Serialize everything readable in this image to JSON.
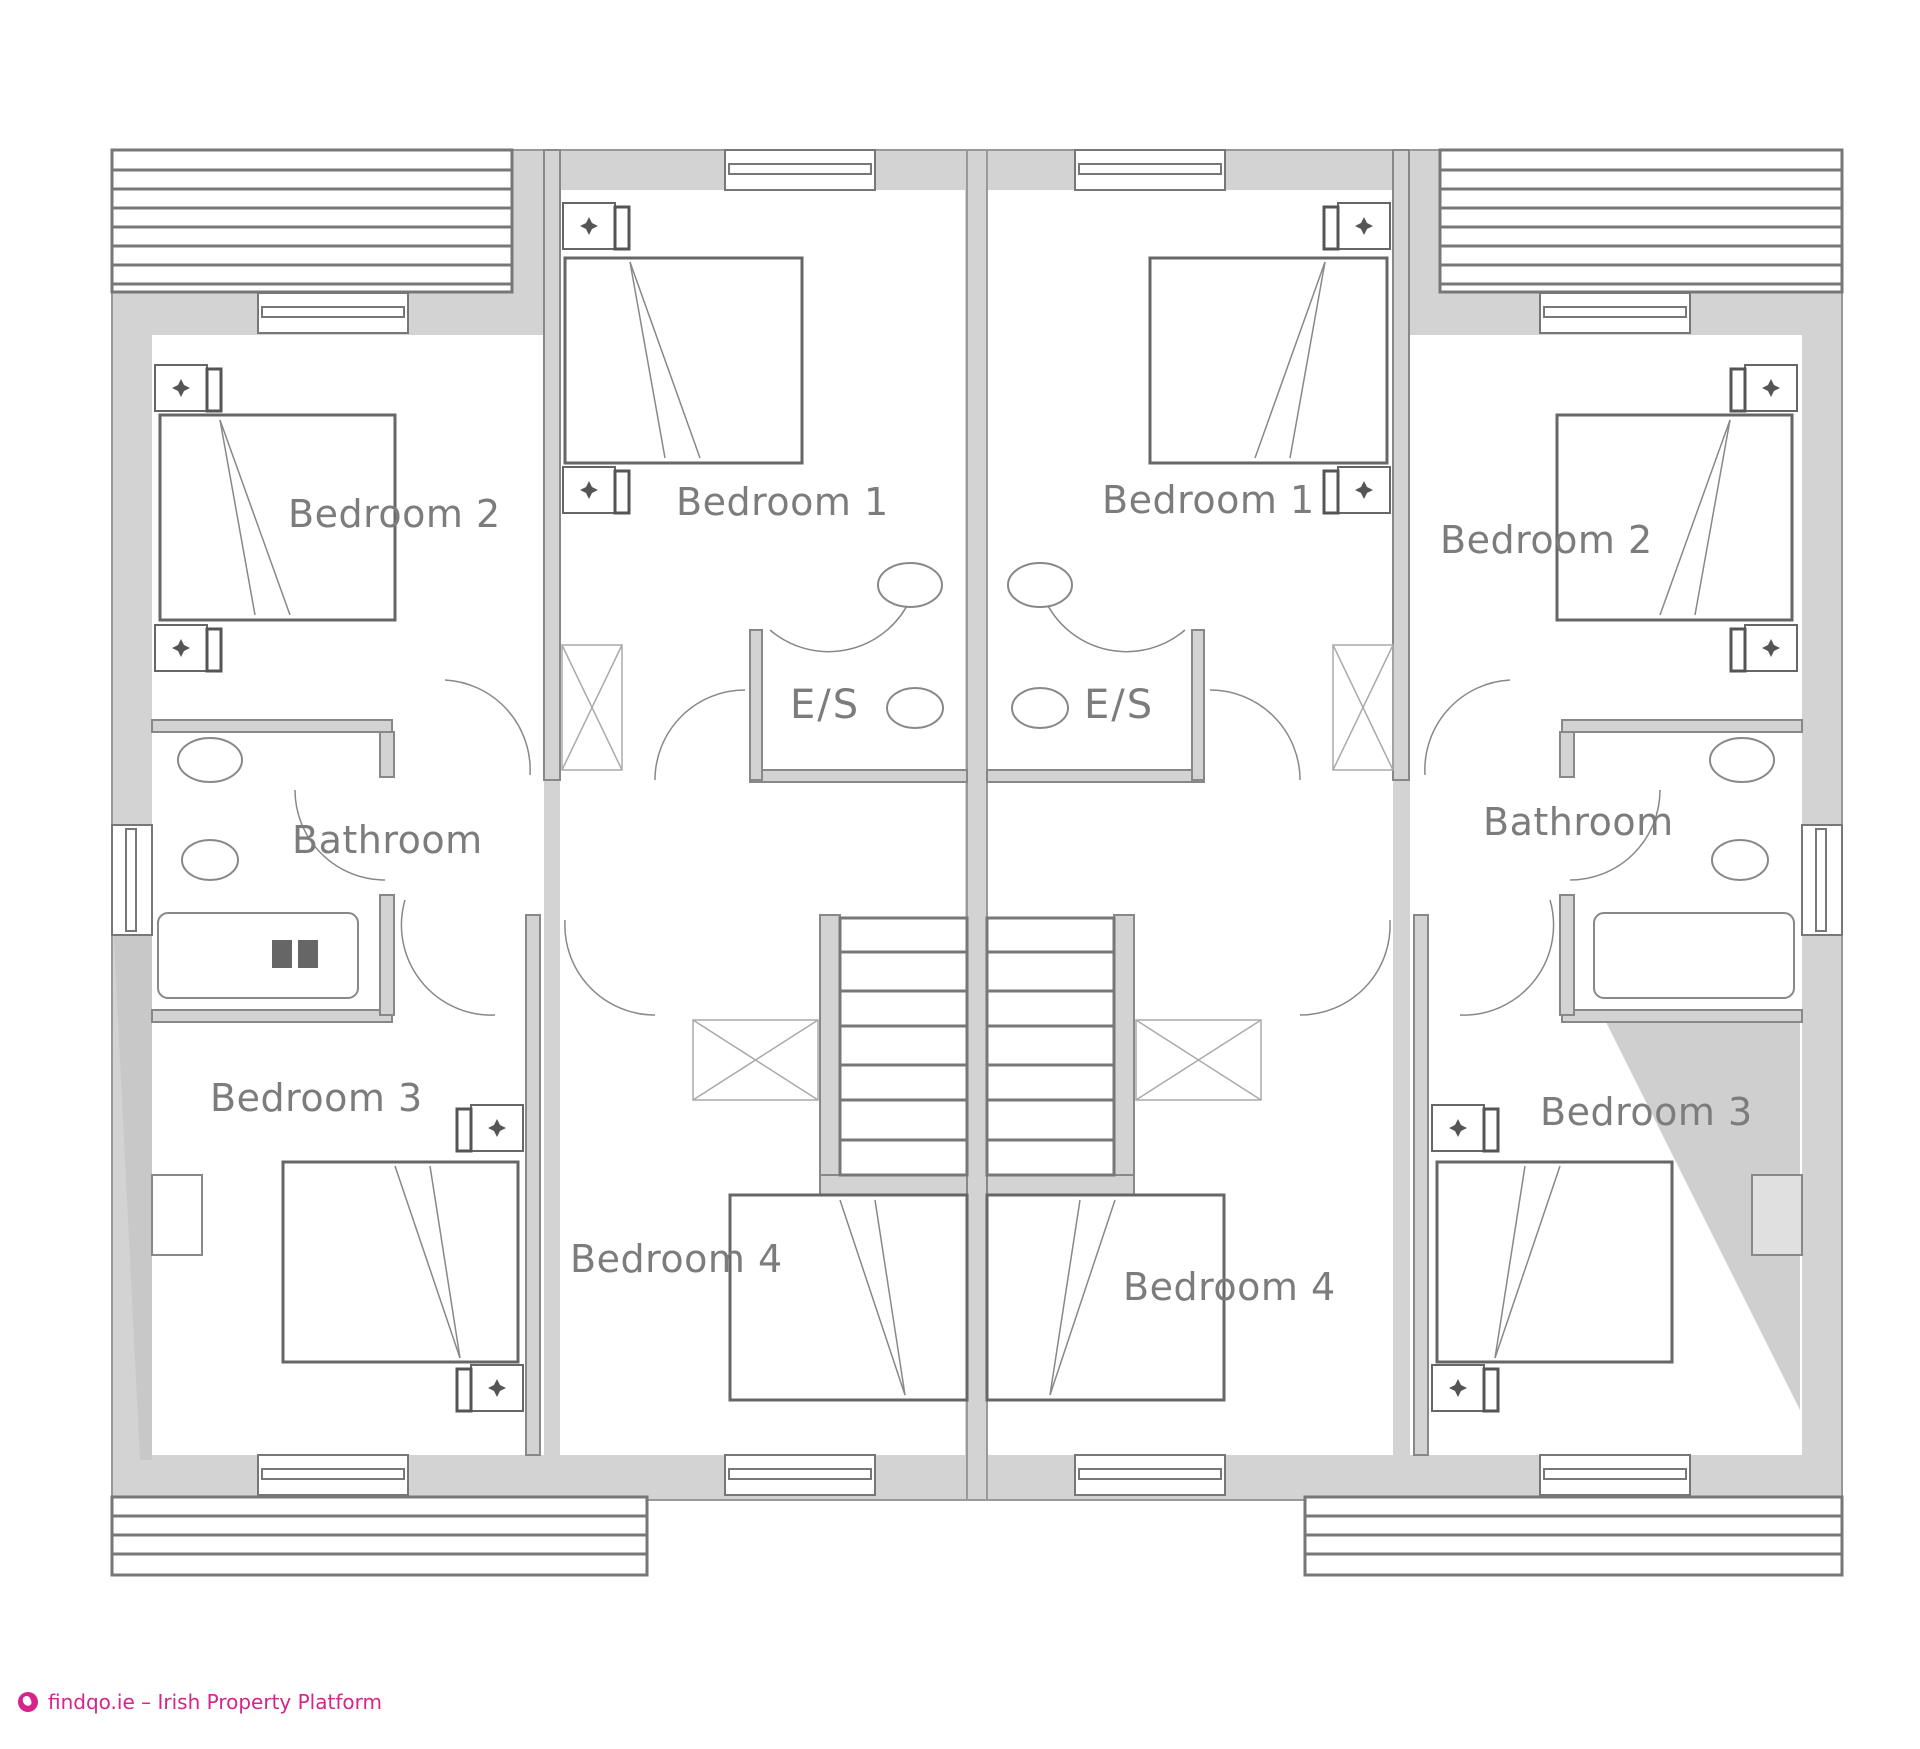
{
  "plan": {
    "type": "first floor plan",
    "units": "semi-detached pair (mirrored)",
    "wall_color": "#d3d3d3",
    "line_color": "#777777",
    "label_color": "#7c7c7c"
  },
  "rooms": {
    "left": {
      "bedroom1": "Bedroom 1",
      "bedroom2": "Bedroom 2",
      "bedroom3": "Bedroom 3",
      "bedroom4": "Bedroom 4",
      "bathroom": "Bathroom",
      "ensuite": "E/S"
    },
    "right": {
      "bedroom1": "Bedroom 1",
      "bedroom2": "Bedroom 2",
      "bedroom3": "Bedroom 3",
      "bedroom4": "Bedroom 4",
      "bathroom": "Bathroom",
      "ensuite": "E/S"
    }
  },
  "footer": {
    "icon": "globe-icon",
    "text": "findqo.ie – Irish Property Platform",
    "color": "#d6248a"
  }
}
